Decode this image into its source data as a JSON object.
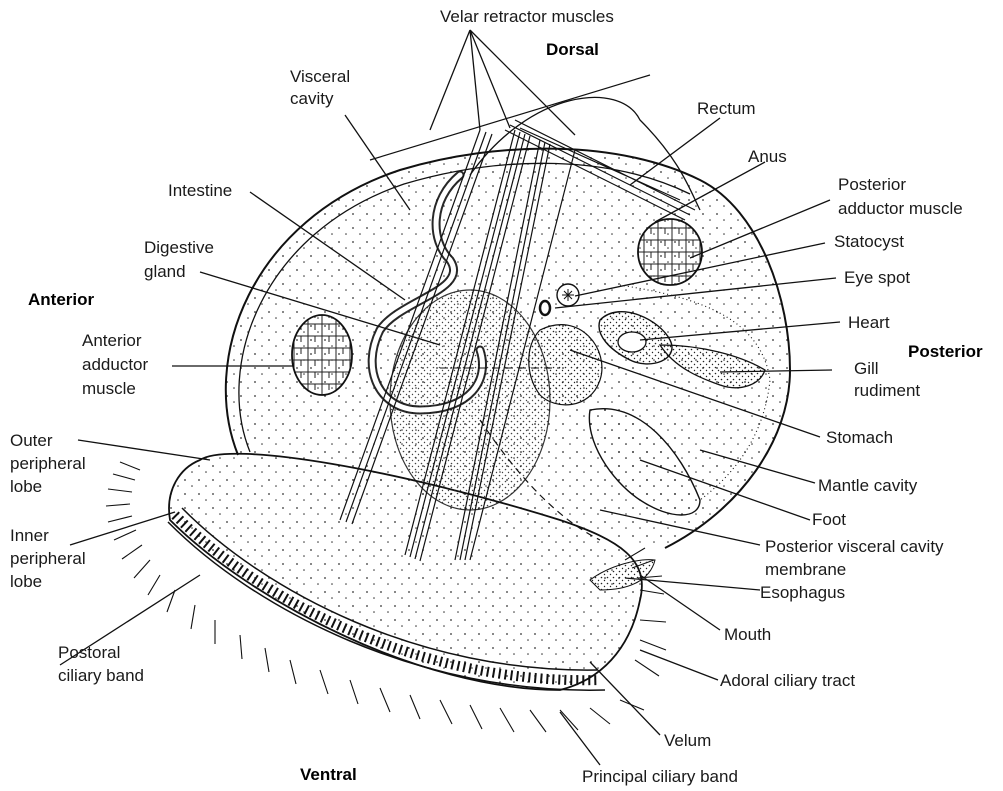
{
  "orientation": {
    "dorsal": "Dorsal",
    "ventral": "Ventral",
    "anterior": "Anterior",
    "posterior": "Posterior"
  },
  "labels": {
    "velar_retractor_muscles": "Velar retractor muscles",
    "visceral_cavity": [
      "Visceral",
      "cavity"
    ],
    "intestine": "Intestine",
    "digestive_gland": [
      "Digestive",
      "gland"
    ],
    "anterior_adductor_muscle": [
      "Anterior",
      "adductor",
      "muscle"
    ],
    "outer_peripheral_lobe": [
      "Outer",
      "peripheral",
      "lobe"
    ],
    "inner_peripheral_lobe": [
      "Inner",
      "peripheral",
      "lobe"
    ],
    "postoral_ciliary_band": [
      "Postoral",
      "ciliary band"
    ],
    "rectum": "Rectum",
    "anus": "Anus",
    "posterior_adductor_muscle": [
      "Posterior",
      "adductor  muscle"
    ],
    "statocyst": "Statocyst",
    "eye_spot": "Eye spot",
    "heart": "Heart",
    "gill_rudiment": [
      "Gill",
      "rudiment"
    ],
    "stomach": "Stomach",
    "mantle_cavity": "Mantle cavity",
    "foot": "Foot",
    "posterior_visceral_cavity_membrane": [
      "Posterior visceral cavity",
      "membrane"
    ],
    "esophagus": "Esophagus",
    "mouth": "Mouth",
    "adoral_ciliary_tract": "Adoral ciliary tract",
    "velum": "Velum",
    "principal_ciliary_band": "Principal ciliary band"
  }
}
